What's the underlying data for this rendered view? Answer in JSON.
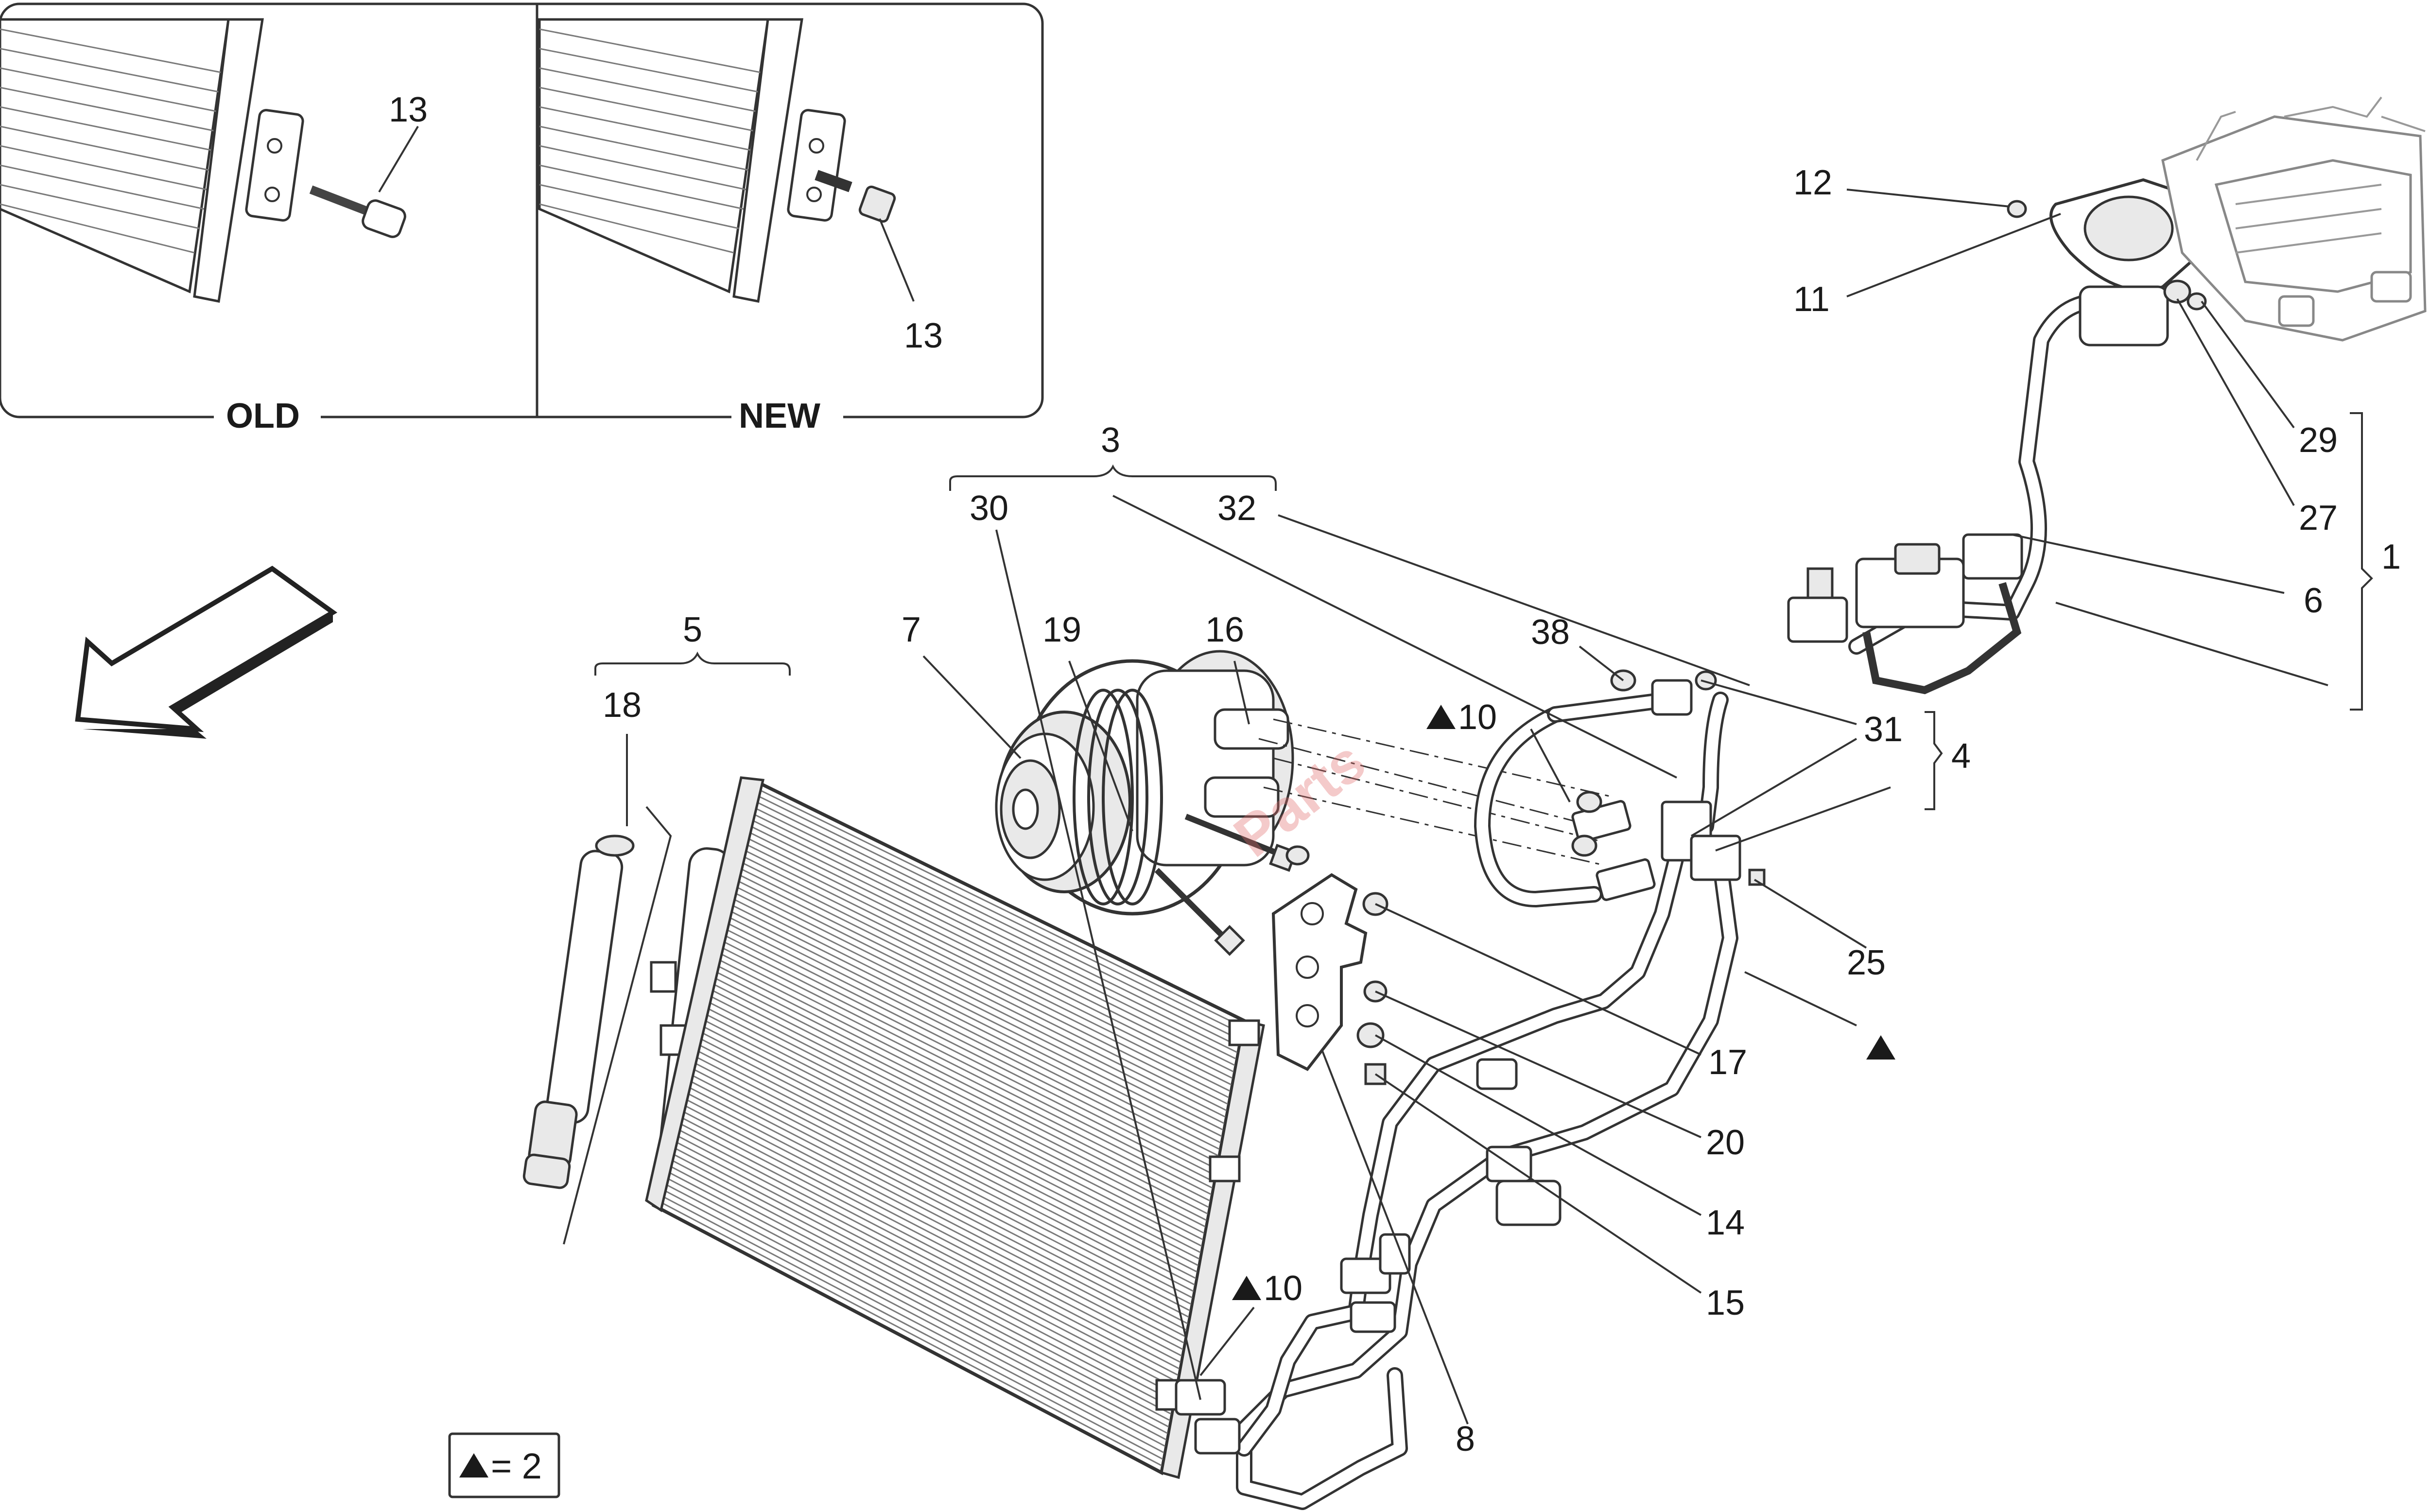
{
  "inset": {
    "old_caption": "OLD",
    "new_caption": "NEW",
    "old_part_label": "13",
    "new_part_label": "13"
  },
  "callouts": {
    "c1": "1",
    "c3": "3",
    "c4": "4",
    "c5": "5",
    "c6": "6",
    "c7": "7",
    "c8": "8",
    "c10a": "10",
    "c10b": "10",
    "c11": "11",
    "c12": "12",
    "c14": "14",
    "c15": "15",
    "c16": "16",
    "c17": "17",
    "c18": "18",
    "c19": "19",
    "c20": "20",
    "c25": "25",
    "c27": "27",
    "c29": "29",
    "c30": "30",
    "c31": "31",
    "c32": "32",
    "c38": "38"
  },
  "legend": {
    "text": "= 2"
  },
  "watermark": "Parts",
  "icons": [
    "triangle-marker-icon",
    "direction-arrow-icon"
  ]
}
